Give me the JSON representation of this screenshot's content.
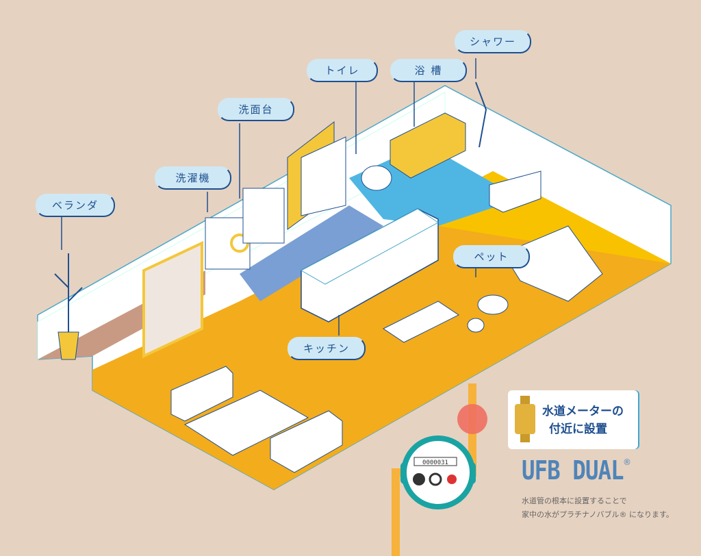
{
  "labels": {
    "veranda": "ベランダ",
    "washer": "洗濯機",
    "sink": "洗面台",
    "toilet": "トイレ",
    "bathtub": "浴 槽",
    "shower": "シャワー",
    "pet": "ペット",
    "kitchen": "キッチン"
  },
  "callout": {
    "line1": "水道メーターの",
    "line2": "付近に設置"
  },
  "brand": {
    "name": "UFB DUAL",
    "mark": "®"
  },
  "description": {
    "line1": "水道管の根本に設置することで",
    "line2": "家中の水がプラチナノバブル® になります。"
  },
  "meter": {
    "reading": "0000031"
  },
  "colors": {
    "background": "#e6d2c1",
    "floor": "#f3ac1c",
    "bath_floor": "#4fb6e3",
    "label_bg": "#cfe8f5",
    "label_text": "#1e4f8f",
    "pipe": "#f7b23b",
    "marker": "#ee6f62"
  }
}
